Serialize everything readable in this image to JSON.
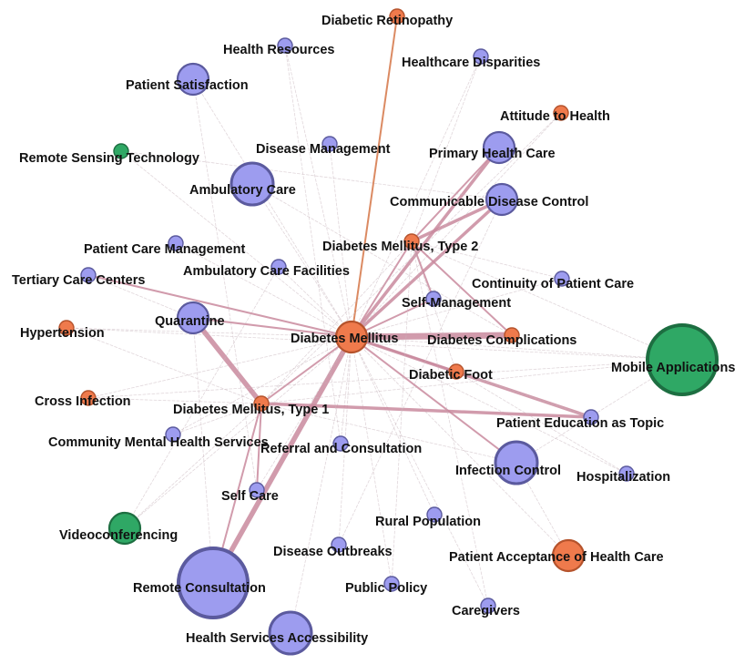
{
  "palette": {
    "blue_fill": "#9d9cef",
    "blue_stroke": "#5b5a9e",
    "orange_fill": "#ef7a4c",
    "orange_stroke": "#b5532c",
    "green_fill": "#2fa865",
    "green_stroke": "#1d6e41",
    "strong_edge": "#c98a9e",
    "orange_edge": "#d9845a",
    "faint_edge": "#c8b7bd"
  },
  "nodes": [
    {
      "id": "diabetic-retinopathy",
      "label": "Diabetic Retinopathy",
      "color": "orange",
      "size": 1
    },
    {
      "id": "health-resources",
      "label": "Health Resources",
      "color": "blue",
      "size": 1
    },
    {
      "id": "healthcare-disparities",
      "label": "Healthcare Disparities",
      "color": "blue",
      "size": 1
    },
    {
      "id": "patient-satisfaction",
      "label": "Patient Satisfaction",
      "color": "blue",
      "size": 2
    },
    {
      "id": "attitude-to-health",
      "label": "Attitude to Health",
      "color": "orange",
      "size": 1
    },
    {
      "id": "remote-sensing-technology",
      "label": "Remote Sensing Technology",
      "color": "green",
      "size": 1
    },
    {
      "id": "disease-management",
      "label": "Disease Management",
      "color": "blue",
      "size": 1
    },
    {
      "id": "primary-health-care",
      "label": "Primary Health Care",
      "color": "blue",
      "size": 2
    },
    {
      "id": "ambulatory-care",
      "label": "Ambulatory Care",
      "color": "blue",
      "size": 3
    },
    {
      "id": "communicable-disease-control",
      "label": "Communicable Disease Control",
      "color": "blue",
      "size": 2
    },
    {
      "id": "patient-care-management",
      "label": "Patient Care Management",
      "color": "blue",
      "size": 1
    },
    {
      "id": "diabetes-mellitus-type-2",
      "label": "Diabetes Mellitus, Type 2",
      "color": "orange",
      "size": 1
    },
    {
      "id": "tertiary-care-centers",
      "label": "Tertiary Care Centers",
      "color": "blue",
      "size": 1
    },
    {
      "id": "ambulatory-care-facilities",
      "label": "Ambulatory Care Facilities",
      "color": "blue",
      "size": 1
    },
    {
      "id": "continuity-of-patient-care",
      "label": "Continuity of Patient Care",
      "color": "blue",
      "size": 1
    },
    {
      "id": "self-management",
      "label": "Self-Management",
      "color": "blue",
      "size": 1
    },
    {
      "id": "hypertension",
      "label": "Hypertension",
      "color": "orange",
      "size": 1
    },
    {
      "id": "quarantine",
      "label": "Quarantine",
      "color": "blue",
      "size": 2
    },
    {
      "id": "diabetes-mellitus",
      "label": "Diabetes Mellitus",
      "color": "orange",
      "size": 2
    },
    {
      "id": "diabetes-complications",
      "label": "Diabetes Complications",
      "color": "orange",
      "size": 1
    },
    {
      "id": "mobile-applications",
      "label": "Mobile Applications",
      "color": "green",
      "size": 5
    },
    {
      "id": "diabetic-foot",
      "label": "Diabetic Foot",
      "color": "orange",
      "size": 1
    },
    {
      "id": "cross-infection",
      "label": "Cross Infection",
      "color": "orange",
      "size": 1
    },
    {
      "id": "diabetes-mellitus-type-1",
      "label": "Diabetes Mellitus, Type 1",
      "color": "orange",
      "size": 1
    },
    {
      "id": "patient-education-as-topic",
      "label": "Patient Education as Topic",
      "color": "blue",
      "size": 1
    },
    {
      "id": "community-mental-health-services",
      "label": "Community Mental Health Services",
      "color": "blue",
      "size": 1
    },
    {
      "id": "referral-and-consultation",
      "label": "Referral and Consultation",
      "color": "blue",
      "size": 1
    },
    {
      "id": "infection-control",
      "label": "Infection Control",
      "color": "blue",
      "size": 3
    },
    {
      "id": "hospitalization",
      "label": "Hospitalization",
      "color": "blue",
      "size": 1
    },
    {
      "id": "self-care",
      "label": "Self Care",
      "color": "blue",
      "size": 1
    },
    {
      "id": "rural-population",
      "label": "Rural Population",
      "color": "blue",
      "size": 1
    },
    {
      "id": "videoconferencing",
      "label": "Videoconferencing",
      "color": "green",
      "size": 2
    },
    {
      "id": "disease-outbreaks",
      "label": "Disease Outbreaks",
      "color": "blue",
      "size": 1
    },
    {
      "id": "patient-acceptance-of-health-care",
      "label": "Patient Acceptance of Health Care",
      "color": "orange",
      "size": 2
    },
    {
      "id": "remote-consultation",
      "label": "Remote Consultation",
      "color": "blue",
      "size": 5
    },
    {
      "id": "public-policy",
      "label": "Public Policy",
      "color": "blue",
      "size": 1
    },
    {
      "id": "caregivers",
      "label": "Caregivers",
      "color": "blue",
      "size": 1
    },
    {
      "id": "health-services-accessibility",
      "label": "Health Services Accessibility",
      "color": "blue",
      "size": 3
    }
  ],
  "edges": [
    {
      "source": "diabetes-mellitus",
      "target": "remote-consultation",
      "weight": 4
    },
    {
      "source": "diabetes-mellitus",
      "target": "diabetes-complications",
      "weight": 5
    },
    {
      "source": "diabetes-mellitus",
      "target": "communicable-disease-control",
      "weight": 3
    },
    {
      "source": "diabetes-mellitus",
      "target": "primary-health-care",
      "weight": 3
    },
    {
      "source": "diabetes-mellitus",
      "target": "diabetic-retinopathy",
      "weight": 2,
      "tone": "orange"
    },
    {
      "source": "diabetes-mellitus",
      "target": "tertiary-care-centers",
      "weight": 2
    },
    {
      "source": "diabetes-mellitus",
      "target": "patient-education-as-topic",
      "weight": 3
    },
    {
      "source": "diabetes-mellitus",
      "target": "diabetes-mellitus-type-1",
      "weight": 2
    },
    {
      "source": "diabetes-mellitus",
      "target": "diabetes-mellitus-type-2",
      "weight": 2
    },
    {
      "source": "diabetes-mellitus",
      "target": "diabetic-foot",
      "weight": 2
    },
    {
      "source": "diabetes-mellitus",
      "target": "infection-control",
      "weight": 2
    },
    {
      "source": "diabetes-mellitus",
      "target": "self-management",
      "weight": 2
    },
    {
      "source": "diabetes-mellitus",
      "target": "quarantine",
      "weight": 2
    },
    {
      "source": "diabetes-mellitus",
      "target": "health-services-accessibility",
      "weight": 1
    },
    {
      "source": "diabetes-mellitus",
      "target": "referral-and-consultation",
      "weight": 1
    },
    {
      "source": "diabetes-mellitus",
      "target": "rural-population",
      "weight": 1
    },
    {
      "source": "diabetes-mellitus",
      "target": "self-care",
      "weight": 1
    },
    {
      "source": "diabetes-mellitus",
      "target": "ambulatory-care",
      "weight": 1
    },
    {
      "source": "diabetes-mellitus",
      "target": "patient-satisfaction",
      "weight": 1
    },
    {
      "source": "diabetes-mellitus",
      "target": "mobile-applications",
      "weight": 1
    },
    {
      "source": "diabetes-mellitus",
      "target": "hospitalization",
      "weight": 1
    },
    {
      "source": "diabetes-mellitus",
      "target": "patient-acceptance-of-health-care",
      "weight": 1
    },
    {
      "source": "diabetes-mellitus",
      "target": "disease-outbreaks",
      "weight": 1
    },
    {
      "source": "diabetes-mellitus",
      "target": "caregivers",
      "weight": 1
    },
    {
      "source": "diabetes-mellitus",
      "target": "public-policy",
      "weight": 1
    },
    {
      "source": "diabetes-mellitus",
      "target": "continuity-of-patient-care",
      "weight": 1
    },
    {
      "source": "diabetes-mellitus",
      "target": "healthcare-disparities",
      "weight": 1
    },
    {
      "source": "diabetes-mellitus",
      "target": "health-resources",
      "weight": 1
    },
    {
      "source": "diabetes-mellitus",
      "target": "disease-management",
      "weight": 1
    },
    {
      "source": "diabetes-mellitus",
      "target": "ambulatory-care-facilities",
      "weight": 1
    },
    {
      "source": "diabetes-mellitus",
      "target": "patient-care-management",
      "weight": 1
    },
    {
      "source": "diabetes-mellitus",
      "target": "hypertension",
      "weight": 1
    },
    {
      "source": "diabetes-mellitus",
      "target": "cross-infection",
      "weight": 1
    },
    {
      "source": "diabetes-mellitus",
      "target": "community-mental-health-services",
      "weight": 1
    },
    {
      "source": "diabetes-mellitus",
      "target": "videoconferencing",
      "weight": 1
    },
    {
      "source": "diabetes-mellitus",
      "target": "attitude-to-health",
      "weight": 1
    },
    {
      "source": "diabetes-mellitus",
      "target": "remote-sensing-technology",
      "weight": 1
    },
    {
      "source": "diabetes-mellitus-type-1",
      "target": "quarantine",
      "weight": 4
    },
    {
      "source": "diabetes-mellitus-type-1",
      "target": "patient-education-as-topic",
      "weight": 3
    },
    {
      "source": "diabetes-mellitus-type-1",
      "target": "self-care",
      "weight": 2
    },
    {
      "source": "diabetes-mellitus-type-1",
      "target": "remote-consultation",
      "weight": 2
    },
    {
      "source": "diabetes-mellitus-type-1",
      "target": "diabetes-mellitus-type-2",
      "weight": 1
    },
    {
      "source": "diabetes-mellitus-type-1",
      "target": "mobile-applications",
      "weight": 1
    },
    {
      "source": "diabetes-mellitus-type-1",
      "target": "cross-infection",
      "weight": 1
    },
    {
      "source": "diabetes-mellitus-type-1",
      "target": "hypertension",
      "weight": 1
    },
    {
      "source": "diabetes-mellitus-type-1",
      "target": "videoconferencing",
      "weight": 1
    },
    {
      "source": "diabetes-mellitus-type-1",
      "target": "community-mental-health-services",
      "weight": 1
    },
    {
      "source": "diabetes-mellitus-type-1",
      "target": "infection-control",
      "weight": 1
    },
    {
      "source": "diabetes-mellitus-type-2",
      "target": "communicable-disease-control",
      "weight": 3
    },
    {
      "source": "diabetes-mellitus-type-2",
      "target": "primary-health-care",
      "weight": 2
    },
    {
      "source": "diabetes-mellitus-type-2",
      "target": "diabetes-complications",
      "weight": 2
    },
    {
      "source": "diabetes-mellitus-type-2",
      "target": "self-management",
      "weight": 2
    },
    {
      "source": "diabetes-mellitus-type-2",
      "target": "diabetic-foot",
      "weight": 1
    },
    {
      "source": "diabetes-mellitus-type-2",
      "target": "continuity-of-patient-care",
      "weight": 1
    },
    {
      "source": "diabetes-mellitus-type-2",
      "target": "healthcare-disparities",
      "weight": 1
    },
    {
      "source": "diabetes-mellitus-type-2",
      "target": "mobile-applications",
      "weight": 1
    },
    {
      "source": "diabetic-foot",
      "target": "patient-education-as-topic",
      "weight": 1
    },
    {
      "source": "diabetic-foot",
      "target": "hospitalization",
      "weight": 1
    },
    {
      "source": "quarantine",
      "target": "remote-consultation",
      "weight": 1
    },
    {
      "source": "quarantine",
      "target": "tertiary-care-centers",
      "weight": 1
    },
    {
      "source": "infection-control",
      "target": "patient-acceptance-of-health-care",
      "weight": 1
    },
    {
      "source": "infection-control",
      "target": "mobile-applications",
      "weight": 1
    },
    {
      "source": "patient-satisfaction",
      "target": "self-care",
      "weight": 1
    },
    {
      "source": "health-resources",
      "target": "referral-and-consultation",
      "weight": 1
    },
    {
      "source": "remote-sensing-technology",
      "target": "communicable-disease-control",
      "weight": 1
    },
    {
      "source": "ambulatory-care",
      "target": "diabetes-complications",
      "weight": 1
    },
    {
      "source": "videoconferencing",
      "target": "ambulatory-care-facilities",
      "weight": 1
    },
    {
      "source": "public-policy",
      "target": "diabetes-mellitus-type-2",
      "weight": 1
    },
    {
      "source": "caregivers",
      "target": "diabetes-mellitus-type-2",
      "weight": 1
    },
    {
      "source": "hypertension",
      "target": "mobile-applications",
      "weight": 1
    },
    {
      "source": "cross-infection",
      "target": "mobile-applications",
      "weight": 1
    },
    {
      "source": "attitude-to-health",
      "target": "diabetes-mellitus-type-1",
      "weight": 1
    },
    {
      "source": "disease-outbreaks",
      "target": "communicable-disease-control",
      "weight": 1
    }
  ]
}
